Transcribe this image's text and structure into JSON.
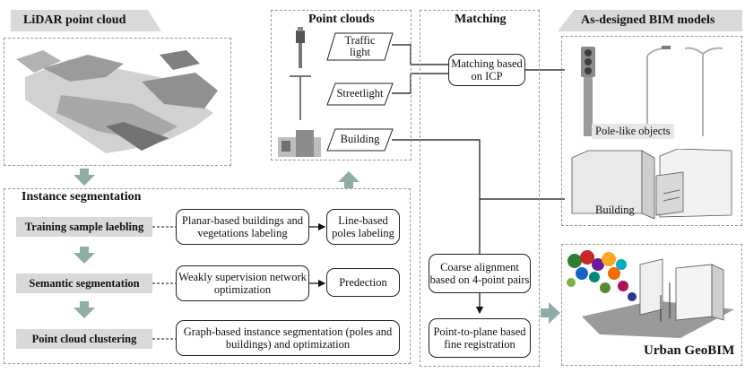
{
  "lidar": {
    "title": "LiDAR point cloud"
  },
  "point_clouds": {
    "title": "Point clouds",
    "items": [
      {
        "label": "Traffic light"
      },
      {
        "label": "Streetlight"
      },
      {
        "label": "Building"
      }
    ]
  },
  "matching": {
    "title": "Matching",
    "icp_box": "Matching based on ICP",
    "coarse_box": "Coarse alignment based on 4-point pairs",
    "fine_box": "Point-to-plane based fine registration"
  },
  "bim": {
    "title": "As-designed BIM models",
    "pole_label": "Pole-like objects",
    "building_label": "Building"
  },
  "instance": {
    "title": "Instance segmentation",
    "steps": [
      {
        "label": "Training sample laebling"
      },
      {
        "label": "Semantic segmentation"
      },
      {
        "label": "Point cloud clustering"
      }
    ],
    "boxes": {
      "planar": "Planar-based buildings and vegetations labeling",
      "line": "Line-based poles labeling",
      "weakly": "Weakly supervision network optimization",
      "predection": "Predection",
      "graph": "Graph-based instance segmentation (poles and buildings) and optimization"
    }
  },
  "geobim": {
    "label": "Urban GeoBIM"
  },
  "colors": {
    "tab": "#d9d9d9",
    "arrow": "#8fada7",
    "line": "#111111"
  }
}
